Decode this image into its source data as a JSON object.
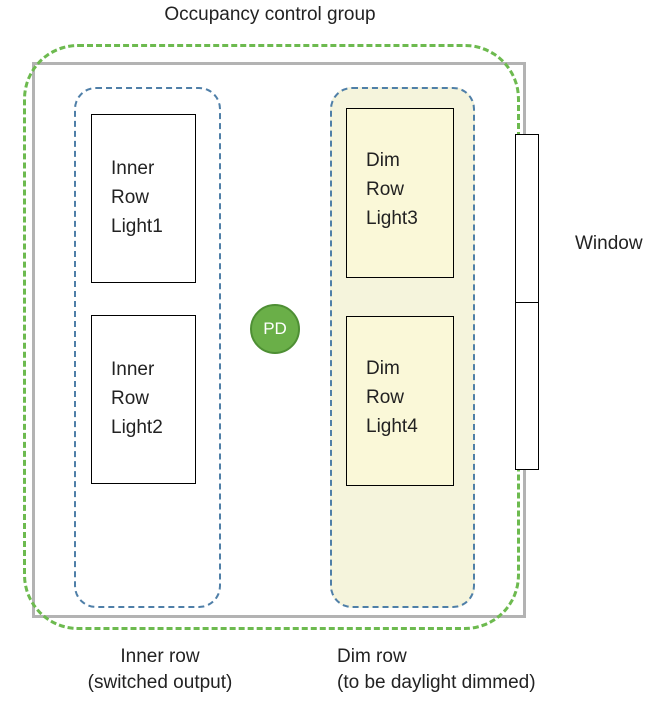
{
  "title": "Occupancy control group",
  "lights": {
    "light1": [
      "Inner",
      "Row",
      "Light1"
    ],
    "light2": [
      "Inner",
      "Row",
      "Light2"
    ],
    "light3": [
      "Dim",
      "Row",
      "Light3"
    ],
    "light4": [
      "Dim",
      "Row",
      "Light4"
    ]
  },
  "sensor": {
    "label": "PD"
  },
  "window": {
    "label": "Window"
  },
  "captions": {
    "inner_row": {
      "line1": "Inner row",
      "line2": "(switched output)"
    },
    "dim_row": {
      "line1": "Dim row",
      "line2": "(to be daylight dimmed)"
    }
  },
  "colors": {
    "occupancy_group_border": "#6dba4f",
    "row_group_border": "#4f7fa8",
    "dim_row_fill": "#f5f4dc",
    "sensor_fill": "#6aaf48",
    "room_wall": "#b3b3b3"
  }
}
